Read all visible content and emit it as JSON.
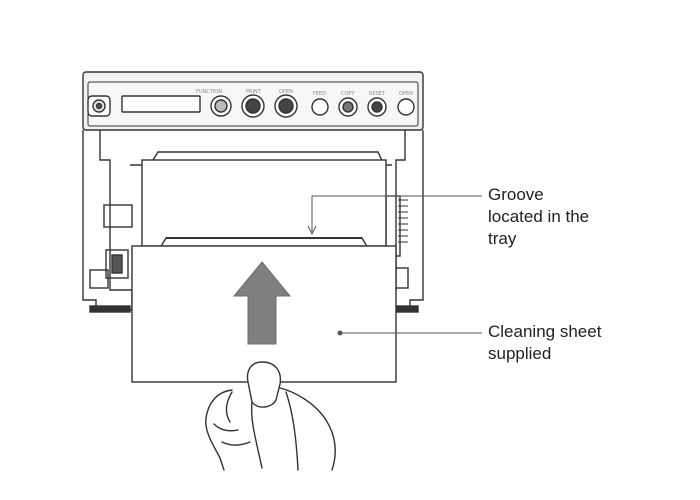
{
  "callouts": {
    "groove": {
      "lines": [
        "Groove",
        "located in the",
        "tray"
      ]
    },
    "sheet": {
      "lines": [
        "Cleaning sheet",
        "supplied"
      ]
    }
  },
  "panel": {
    "button_labels": [
      "FUNCTION",
      "PRINT",
      "OPEN",
      "FEED",
      "COPY",
      "RESET",
      "OPEN"
    ]
  },
  "colors": {
    "line": "#333333",
    "arrow": "#7f7f7f",
    "panel_bg": "#f2f2f2"
  },
  "icons": [
    "power-button-icon",
    "insert-direction-arrow-icon",
    "hand-icon"
  ]
}
